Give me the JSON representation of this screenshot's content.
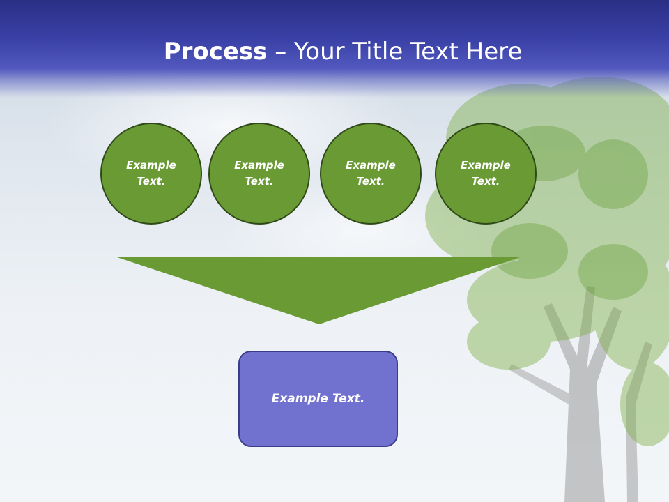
{
  "header": {
    "title_bold": "Process",
    "title_rest": " – Your Title Text Here"
  },
  "steps": [
    {
      "text": "Example\nText."
    },
    {
      "text": "Example\nText."
    },
    {
      "text": "Example\nText."
    },
    {
      "text": "Example\nText."
    }
  ],
  "result": {
    "text": "Example Text."
  },
  "colors": {
    "header": "#3a41a6",
    "circle_fill": "#6a9a34",
    "funnel_fill": "#6a9a34",
    "result_fill": "#7171cf"
  }
}
